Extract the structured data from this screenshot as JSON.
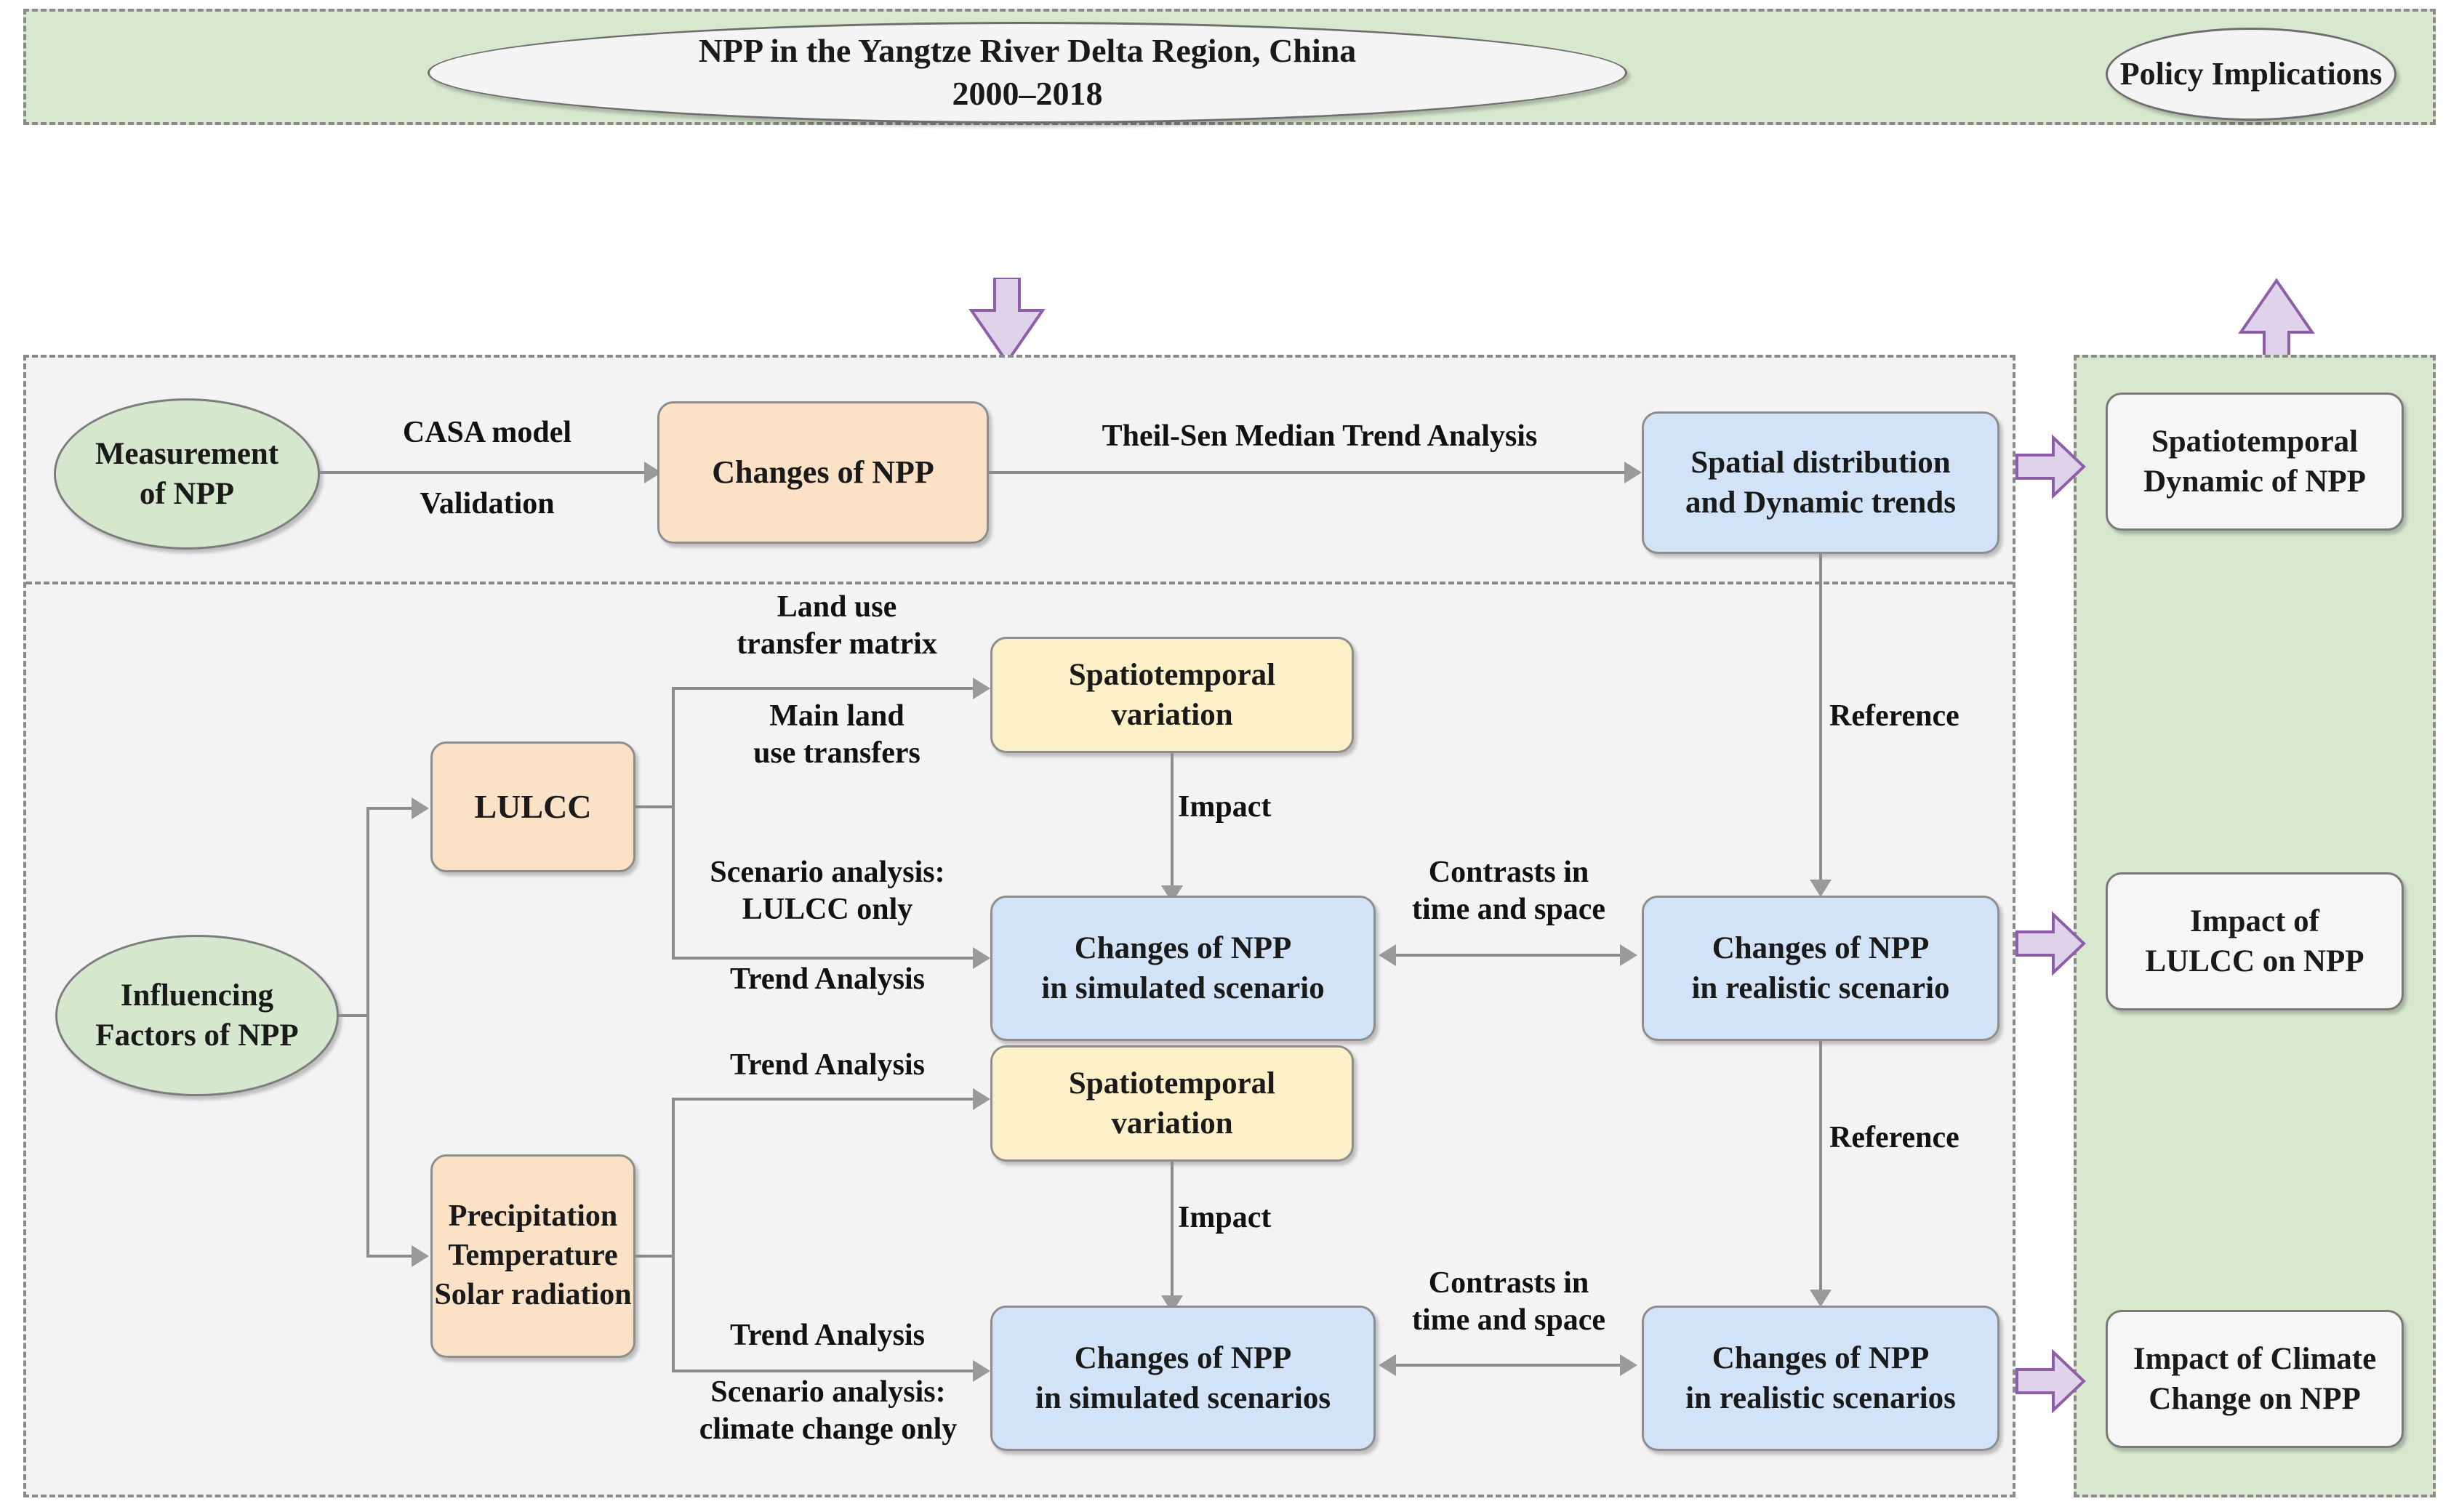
{
  "diagram": {
    "title": "NPP research framework flowchart",
    "colors": {
      "panel_green": "#d8e8cf",
      "panel_grey": "#f3f3f3",
      "node_green": "#d5e8cd",
      "node_orange": "#fbe1c6",
      "node_blue": "#d2e3f7",
      "node_yellow": "#fbf0c7",
      "node_white": "#f6f6f6",
      "arrow_purple_fill": "#e0d2ea",
      "arrow_purple_stroke": "#8e5fa8",
      "connector_grey": "#8c8c8c",
      "dash_border": "#8a8a8a"
    }
  },
  "top_panel": {
    "title_ellipse": {
      "line1": "NPP in the Yangtze River Delta Region, China",
      "line2": "2000–2018"
    },
    "policy_ellipse": {
      "label": "Policy Implications"
    }
  },
  "methods_panel": {
    "measurement": "Measurement\nof NPP",
    "changes_of_npp": "Changes of NPP",
    "spatial_distribution": "Spatial distribution\nand Dynamic trends",
    "edge_casa": "CASA model",
    "edge_validation": "Validation",
    "edge_theil_sen": "Theil-Sen Median Trend Analysis"
  },
  "factors_panel": {
    "influencing_factors": "Influencing\nFactors of NPP",
    "lulcc": "LULCC",
    "climate_drivers": "Precipitation\nTemperature\nSolar radiation",
    "lulcc_branch": {
      "edge_matrix": "Land use\ntransfer matrix",
      "edge_main_transfers": "Main land\nuse transfers",
      "spatiotemporal_variation": "Spatiotemporal\nvariation",
      "edge_impact": "Impact",
      "edge_scenario": "Scenario analysis:\nLULCC only",
      "edge_trend": "Trend Analysis",
      "simulated": "Changes of NPP\nin simulated scenario",
      "edge_contrast": "Contrasts in\ntime and space",
      "realistic": "Changes of NPP\nin realistic scenario",
      "edge_reference": "Reference"
    },
    "climate_branch": {
      "edge_trend_top": "Trend Analysis",
      "spatiotemporal_variation": "Spatiotemporal\nvariation",
      "edge_impact": "Impact",
      "edge_trend_bottom": "Trend Analysis",
      "edge_scenario": "Scenario analysis:\nclimate change only",
      "simulated": "Changes of NPP\nin simulated scenarios",
      "edge_contrast": "Contrasts in\ntime and space",
      "realistic": "Changes of NPP\nin realistic scenarios",
      "edge_reference": "Reference"
    }
  },
  "outcomes_panel": {
    "items": [
      {
        "label": "Spatiotemporal\nDynamic of NPP"
      },
      {
        "label": "Impact of\nLULCC on NPP"
      },
      {
        "label": "Impact of Climate\nChange on NPP"
      }
    ]
  }
}
